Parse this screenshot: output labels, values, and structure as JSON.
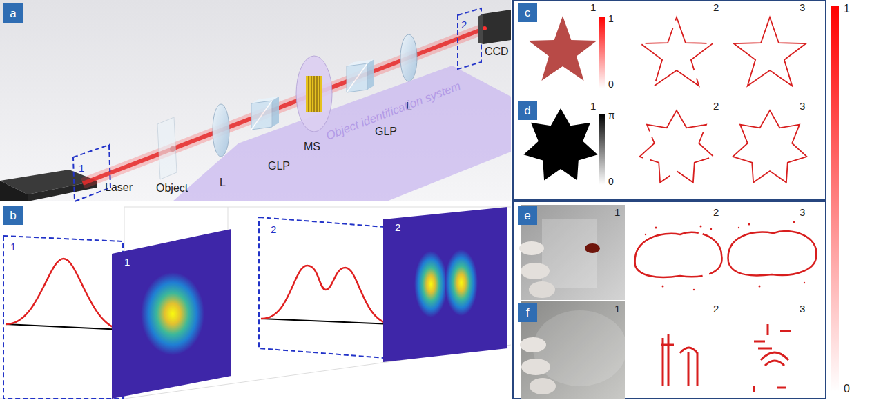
{
  "diagram": {
    "nodes": [
      {
        "text": [
          "a"
        ]
      },
      {
        "text": [
          "b"
        ]
      },
      {
        "text": [
          "c"
        ]
      },
      {
        "text": [
          "d"
        ]
      },
      {
        "text": [
          "e"
        ]
      },
      {
        "text": [
          "f"
        ]
      }
    ],
    "labels": [
      "Laser",
      "Object",
      "L",
      "GLP",
      "MS",
      "GLP",
      "L",
      "CCD",
      "Object identification system",
      "1",
      "2",
      "1",
      "1",
      "2",
      "2",
      "1",
      "1",
      "0",
      "2",
      "3",
      "1",
      "π",
      "0",
      "2",
      "3",
      "1",
      "2",
      "3",
      "1",
      "2",
      "3",
      "1",
      "0"
    ]
  }
}
